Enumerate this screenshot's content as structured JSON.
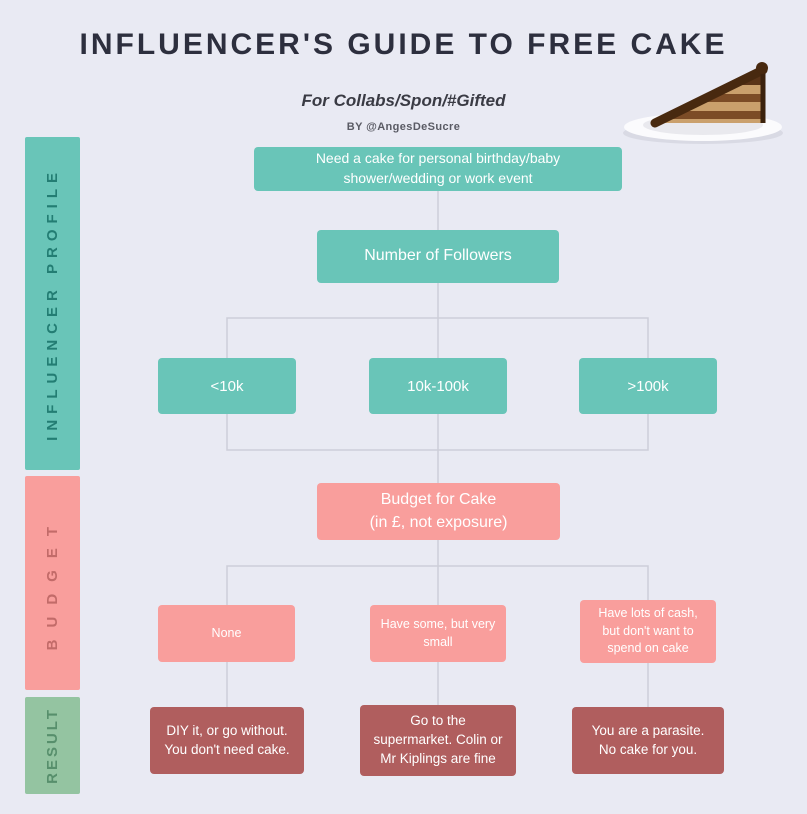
{
  "header": {
    "title": "Influencer's Guide to Free Cake",
    "subtitle": "For Collabs/Spon/#Gifted",
    "byline": "BY @AngesDeSucre"
  },
  "sidebars": {
    "profile": "Influencer Profile",
    "budget": "Budget",
    "result": "Result"
  },
  "nodes": {
    "start": "Need a cake for personal birthday/baby shower/wedding or work event",
    "followers_question": "Number of Followers",
    "followers_options": [
      "<10k",
      "10k-100k",
      ">100k"
    ],
    "budget_question_line1": "Budget for Cake",
    "budget_question_line2": "(in £, not exposure)",
    "budget_options": [
      "None",
      "Have some, but very small",
      "Have lots of cash, but don't want to spend on cake"
    ],
    "results": [
      "DIY it, or go without. You don't need cake.",
      "Go to the supermarket. Colin or Mr Kiplings are fine",
      "You are a parasite. No cake for you."
    ]
  },
  "colors": {
    "background": "#e9eaf3",
    "teal": "#69c5b8",
    "salmon": "#f99e9c",
    "maroon": "#b05e5e",
    "green": "#94c4a1",
    "connector": "#cdced9"
  }
}
